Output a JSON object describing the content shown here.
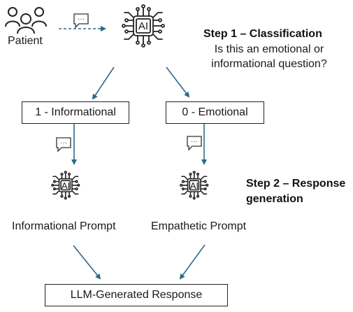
{
  "patient": {
    "label": "Patient"
  },
  "classifier": {
    "chip_text": "AI"
  },
  "step1": {
    "title": "Step 1 – Classification",
    "question_line1": "Is this an emotional or",
    "question_line2": "informational question?"
  },
  "categories": {
    "informational": "1 - Informational",
    "emotional": "0 - Emotional"
  },
  "prompts": {
    "informational": {
      "chip_text": "AI",
      "label": "Informational Prompt"
    },
    "empathetic": {
      "chip_text": "AI",
      "label": "Empathetic Prompt"
    }
  },
  "step2": {
    "title_line1": "Step 2 – Response",
    "title_line2": "generation"
  },
  "output": {
    "label": "LLM-Generated Response"
  },
  "message_icon_glyph": "···",
  "colors": {
    "arrow": "#2b6a8a",
    "ink": "#1a1a1a"
  }
}
